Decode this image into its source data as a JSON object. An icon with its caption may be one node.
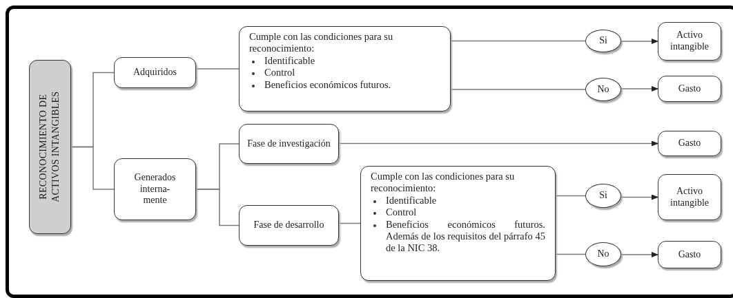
{
  "diagram": {
    "nodes": [
      {
        "text": [
          "RECONOCIMIENTO DE ACTIVOS INTANGIBLES"
        ]
      },
      {
        "text": [
          "Adquiridos"
        ]
      },
      {
        "text": [
          "Cumple con las condiciones para su reconocimiento:",
          "Identificable",
          "Control",
          "Beneficios económicos futuros."
        ]
      },
      {
        "text": [
          "Si"
        ]
      },
      {
        "text": [
          "Activo intangible"
        ]
      },
      {
        "text": [
          "No"
        ]
      },
      {
        "text": [
          "Gasto"
        ]
      },
      {
        "text": [
          "Generados interna- mente"
        ]
      },
      {
        "text": [
          "Fase de investigación"
        ]
      },
      {
        "text": [
          "Gasto"
        ]
      },
      {
        "text": [
          "Fase de desarrollo"
        ]
      },
      {
        "text": [
          "Cumple con las condiciones para su reconocimiento:",
          "Identificable",
          "Control",
          "Beneficios económicos futuros. Además de los requisitos del párrafo 45 de la NIC 38."
        ]
      },
      {
        "text": [
          "Si"
        ]
      },
      {
        "text": [
          "Activo intangible"
        ]
      },
      {
        "text": [
          "No"
        ]
      },
      {
        "text": [
          "Gasto"
        ]
      }
    ],
    "edges": [
      {
        "from": 0,
        "to": 1,
        "arrow": "none"
      },
      {
        "from": 0,
        "to": 7,
        "arrow": "none"
      },
      {
        "from": 1,
        "to": 2,
        "arrow": "none"
      },
      {
        "from": 2,
        "to": 3,
        "arrow": "none"
      },
      {
        "from": 3,
        "to": 4,
        "arrow": "to"
      },
      {
        "from": 2,
        "to": 5,
        "arrow": "none"
      },
      {
        "from": 5,
        "to": 6,
        "arrow": "to"
      },
      {
        "from": 7,
        "to": 8,
        "arrow": "none"
      },
      {
        "from": 7,
        "to": 10,
        "arrow": "none"
      },
      {
        "from": 8,
        "to": 9,
        "arrow": "to"
      },
      {
        "from": 10,
        "to": 11,
        "arrow": "none"
      },
      {
        "from": 11,
        "to": 12,
        "arrow": "none"
      },
      {
        "from": 12,
        "to": 13,
        "arrow": "to"
      },
      {
        "from": 11,
        "to": 14,
        "arrow": "none"
      },
      {
        "from": 14,
        "to": 15,
        "arrow": "to"
      }
    ]
  }
}
